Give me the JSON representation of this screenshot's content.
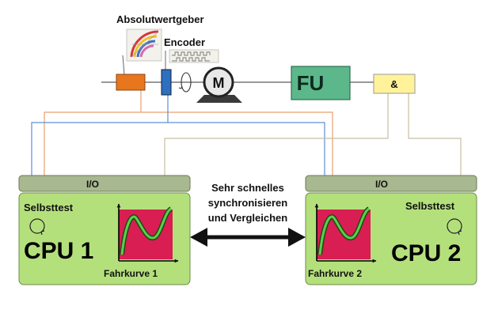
{
  "labels": {
    "absolute_encoder": "Absolutwertgeber",
    "encoder": "Encoder",
    "motor": "M",
    "fu": "FU",
    "and_gate": "&",
    "middle_text": [
      "Sehr schnelles",
      "synchronisieren",
      "und Vergleichen"
    ]
  },
  "cpu1": {
    "io": "I/O",
    "selftest": "Selbsttest",
    "name": "CPU 1",
    "curve": "Fahrkurve 1"
  },
  "cpu2": {
    "io": "I/O",
    "selftest": "Selbsttest",
    "name": "CPU 2",
    "curve": "Fahrkurve 2"
  },
  "colors": {
    "panel_green": "#b4e07c",
    "io_bar": "#a8b890",
    "fu_green": "#5cb88a",
    "encoder_orange": "#e8761c",
    "encoder_blue": "#2f6fc0",
    "and_yellow": "#fff29a",
    "chart_red": "#d81e52",
    "curve_green": "#5ad04a",
    "wire_orange": "#e8a070",
    "wire_blue": "#5a90d8",
    "wire_tan": "#c8bfa0"
  }
}
